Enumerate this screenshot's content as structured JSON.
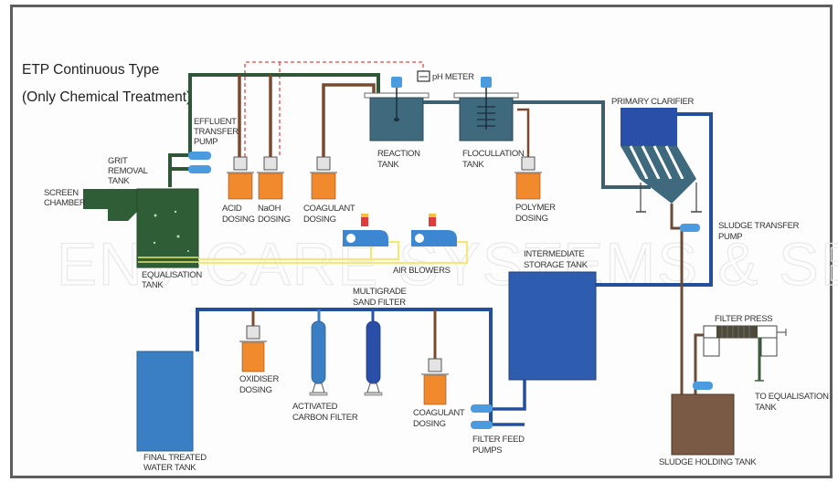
{
  "title": {
    "line1": "ETP Continuous Type",
    "line2": "(Only Chemical Treatment)"
  },
  "watermark": "ENVICARE  SYSTEMS & SERVICES",
  "colors": {
    "frame": "#5e5e5e",
    "effluent_pipe": "#2f5636",
    "equalisation_tank": "#2f5e36",
    "chemical_line": "#7a4a2e",
    "dosing_tank": "#f08a2c",
    "pump": "#4a9be0",
    "process_tank": "#3f6a7e",
    "treated_pipe": "#234f9c",
    "clarifier": "#2a4fa8",
    "storage_tank": "#2e5caf",
    "final_tank": "#3a7fc4",
    "sludge": "#7a5a44",
    "air_line": "#f2e87a",
    "ph_signal": "#e04848"
  },
  "labels": {
    "screen_chamber": [
      "SCREEN",
      "CHAMBER"
    ],
    "grit_removal_tank": [
      "GRIT",
      "REMOVAL",
      "TANK"
    ],
    "equalisation_tank": [
      "EQUALISATION",
      "TANK"
    ],
    "effluent_transfer_pump": [
      "EFFLUENT",
      "TRANSFER",
      "PUMP"
    ],
    "acid_dosing": [
      "ACID",
      "DOSING"
    ],
    "naoh_dosing": [
      "NaOH",
      "DOSING"
    ],
    "coagulant_dosing_top": [
      "COAGULANT",
      "DOSING"
    ],
    "ph_meter": "pH METER",
    "reaction_tank": [
      "REACTION",
      "TANK"
    ],
    "flocculation_tank": [
      "FLOCULLATION",
      "TANK"
    ],
    "polymer_dosing": [
      "POLYMER",
      "DOSING"
    ],
    "primary_clarifier": "PRIMARY CLARIFIER",
    "sludge_transfer_pump": [
      "SLUDGE TRANSFER",
      "PUMP"
    ],
    "air_blowers": "AIR BLOWERS",
    "intermediate_storage_tank": [
      "INTERMEDIATE",
      "STORAGE TANK"
    ],
    "multigrade_sand_filter": [
      "MULTIGRADE",
      "SAND FILTER"
    ],
    "oxidiser_dosing": [
      "OXIDISER",
      "DOSING"
    ],
    "activated_carbon_filter": [
      "ACTIVATED",
      "CARBON FILTER"
    ],
    "coagulant_dosing_bottom": [
      "COAGULANT",
      "DOSING"
    ],
    "filter_feed_pumps": [
      "FILTER FEED",
      "PUMPS"
    ],
    "final_treated_water_tank": [
      "FINAL TREATED",
      "WATER TANK"
    ],
    "filter_press": "FILTER PRESS",
    "to_equalisation_tank": [
      "TO EQUALISATION",
      "TANK"
    ],
    "sludge_holding_tank": "SLUDGE HOLDING TANK"
  }
}
